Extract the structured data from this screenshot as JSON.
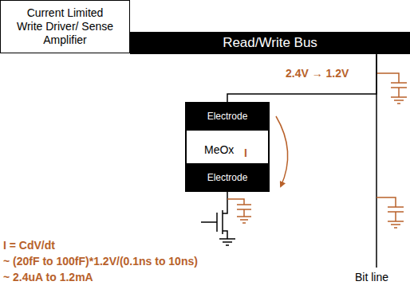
{
  "diagram": {
    "nodes": [
      {
        "text": [
          "Current Limited Write Driver/ Sense Amplifier"
        ]
      },
      {
        "text": [
          "Read/Write Bus"
        ]
      },
      {
        "text": [
          "Electrode"
        ]
      },
      {
        "text": [
          "MeOx"
        ]
      },
      {
        "text": [
          "Electrode"
        ]
      }
    ],
    "edges": [
      {
        "from": 1,
        "to": 2,
        "arrow": "none"
      }
    ],
    "labels": [
      "2.4V → 1.2V",
      "I",
      "I = CdV/dt",
      "~ (20fF to 100fF)*1.2V/(0.1ns to 10ns)",
      "~ 2.4uA to 1.2mA",
      "Bit line"
    ]
  }
}
